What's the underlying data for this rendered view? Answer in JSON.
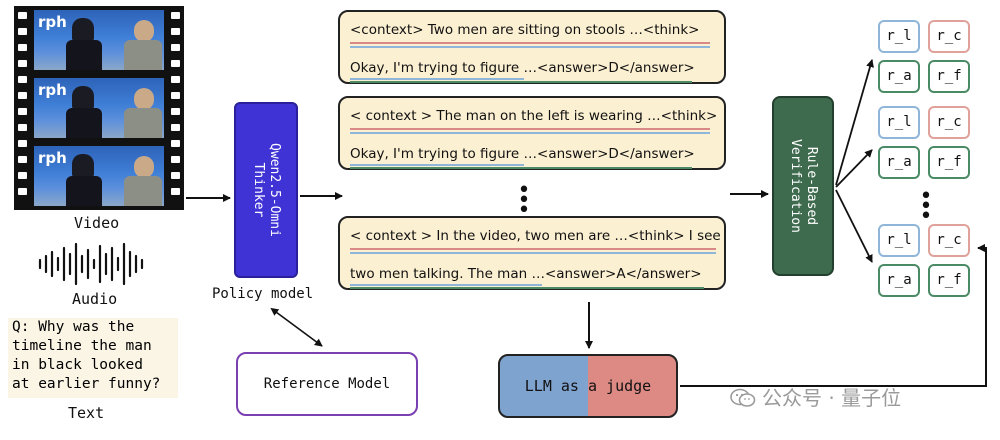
{
  "inputs": {
    "video_label": "Video",
    "audio_label": "Audio",
    "text_label": "Text",
    "frame_logo": "rph",
    "question_lines": [
      "Q: Why was the",
      "timeline the man",
      "in black looked",
      "at earlier funny?"
    ]
  },
  "policy": {
    "box_lines": [
      "Qwen2.5-Omni",
      "Thinker"
    ],
    "caption": "Policy model"
  },
  "reference_model": "Reference Model",
  "rollouts": [
    {
      "line1": "<context> Two men are sitting on stools …<think>",
      "line2": "Okay, I'm trying to figure …<answer>D</answer>"
    },
    {
      "line1": "< context > The man on the left is wearing …<think>",
      "line2": "Okay, I'm trying to figure …<answer>D</answer>"
    },
    {
      "line1": "< context > In the video, two men are  …<think> I see",
      "line2": "two men talking. The man …<answer>A</answer>"
    }
  ],
  "verification": {
    "lines": [
      "Rule-Based",
      "Verification"
    ]
  },
  "rewards": {
    "groups": [
      {
        "r_l": "r_l",
        "r_c": "r_c",
        "r_a": "r_a",
        "r_f": "r_f"
      },
      {
        "r_l": "r_l",
        "r_c": "r_c",
        "r_a": "r_a",
        "r_f": "r_f"
      },
      {
        "r_l": "r_l",
        "r_c": "r_c",
        "r_a": "r_a",
        "r_f": "r_f"
      }
    ]
  },
  "judge": {
    "part1": "LLM as ",
    "part2": "a judge"
  },
  "watermark": "公众号 · 量子位",
  "colors": {
    "policy": "#3f33d6",
    "verification": "#3e6b4e",
    "rollout_bg": "#fcf0d2",
    "judge_left": "#7fa3cf",
    "judge_right": "#de8a84",
    "reference_border": "#7a3fb0",
    "underline_red": "#d98a86",
    "underline_blue": "#8fb6d9",
    "underline_green": "#4a8a64"
  }
}
